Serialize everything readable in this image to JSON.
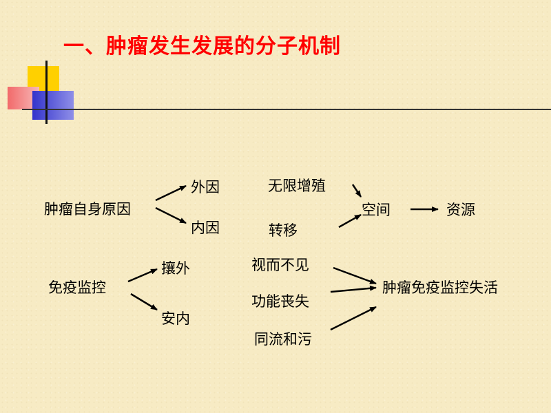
{
  "title": "一、肿瘤发生发展的分子机制",
  "nodes": {
    "tumor_own_cause": "肿瘤自身原因",
    "external_cause": "外因",
    "internal_cause": "内因",
    "unlimited_proliferation": "无限增殖",
    "metastasis": "转移",
    "space": "空间",
    "resources": "资源",
    "immune_surveillance": "免疫监控",
    "resist_external": "攘外",
    "pacify_internal": "安内",
    "turn_blind_eye": "视而不见",
    "loss_of_function": "功能丧失",
    "collusion": "同流和污",
    "immune_surveillance_failure": "肿瘤免疫监控失活"
  }
}
